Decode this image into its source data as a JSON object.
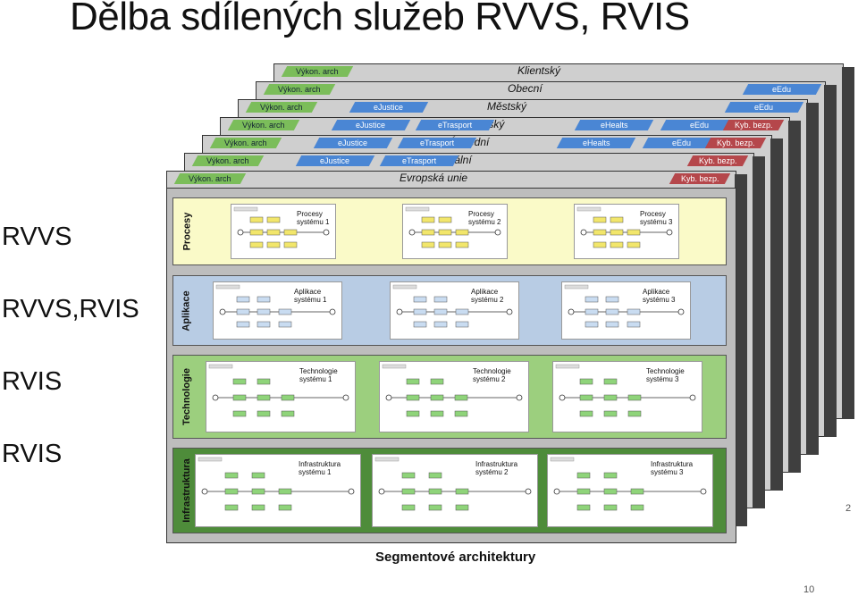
{
  "title": "Dělba sdílených služeb RVVS, RVIS",
  "left_labels": [
    "RVVS",
    "RVVS,RVIS",
    "RVIS",
    "RVIS"
  ],
  "layers": [
    {
      "name": "Klientský",
      "tags": [
        {
          "text": "Výkon. arch",
          "color": "green"
        }
      ]
    },
    {
      "name": "Obecní",
      "tags": [
        {
          "text": "Výkon. arch",
          "color": "green"
        },
        {
          "text": "eEdu",
          "color": "blue"
        }
      ]
    },
    {
      "name": "Městský",
      "tags": [
        {
          "text": "Výkon. arch",
          "color": "green"
        },
        {
          "text": "eJustice",
          "color": "blue"
        },
        {
          "text": "eEdu",
          "color": "blue"
        }
      ]
    },
    {
      "name": "Krajský",
      "tags": [
        {
          "text": "Výkon. arch",
          "color": "green"
        },
        {
          "text": "eJustice",
          "color": "blue"
        },
        {
          "text": "eTrasport",
          "color": "blue"
        },
        {
          "text": "eHealts",
          "color": "blue"
        },
        {
          "text": "eEdu",
          "color": "blue"
        },
        {
          "text": "Kyb. bezp.",
          "color": "red"
        }
      ]
    },
    {
      "name": "Ústřední",
      "tags": [
        {
          "text": "Výkon. arch",
          "color": "green"
        },
        {
          "text": "eJustice",
          "color": "blue"
        },
        {
          "text": "eTrasport",
          "color": "blue"
        },
        {
          "text": "eHealts",
          "color": "blue"
        },
        {
          "text": "eEdu",
          "color": "blue"
        },
        {
          "text": "Kyb. bezp.",
          "color": "red"
        }
      ]
    },
    {
      "name": "Centrální",
      "tags": [
        {
          "text": "Výkon. arch",
          "color": "green"
        },
        {
          "text": "eJustice",
          "color": "blue"
        },
        {
          "text": "eTrasport",
          "color": "blue"
        },
        {
          "text": "Kyb. bezp.",
          "color": "red"
        }
      ]
    },
    {
      "name": "Evropská unie",
      "tags": [
        {
          "text": "Výkon. arch",
          "color": "green"
        },
        {
          "text": "Kyb. bezp.",
          "color": "red"
        }
      ]
    }
  ],
  "bands": [
    {
      "label": "Procesy",
      "color": "#fafac8",
      "items": [
        "Procesy\nsystému 1",
        "Procesy\nsystému 2",
        "Procesy\nsystému 3"
      ]
    },
    {
      "label": "Aplikace",
      "color": "#b8cce4",
      "items": [
        "Aplikace\nsystému 1",
        "Aplikace\nsystému 2",
        "Aplikace\nsystému 3"
      ]
    },
    {
      "label": "Technologie",
      "color": "#9ccf7e",
      "items": [
        "Technologie\nsystému 1",
        "Technologie\nsystému 2",
        "Technologie\nsystému 3"
      ]
    },
    {
      "label": "Infrastruktura",
      "color": "#4e8c3a",
      "items": [
        "Infrastruktura\nsystému 1",
        "Infrastruktura\nsystému 2",
        "Infrastruktura\nsystému 3"
      ]
    }
  ],
  "footer_caption": "Segmentové architektury",
  "slide_number": "2",
  "page_number": "10",
  "colors": {
    "green": "#7bbd5a",
    "blue": "#4a86d4",
    "red": "#b5474b"
  }
}
